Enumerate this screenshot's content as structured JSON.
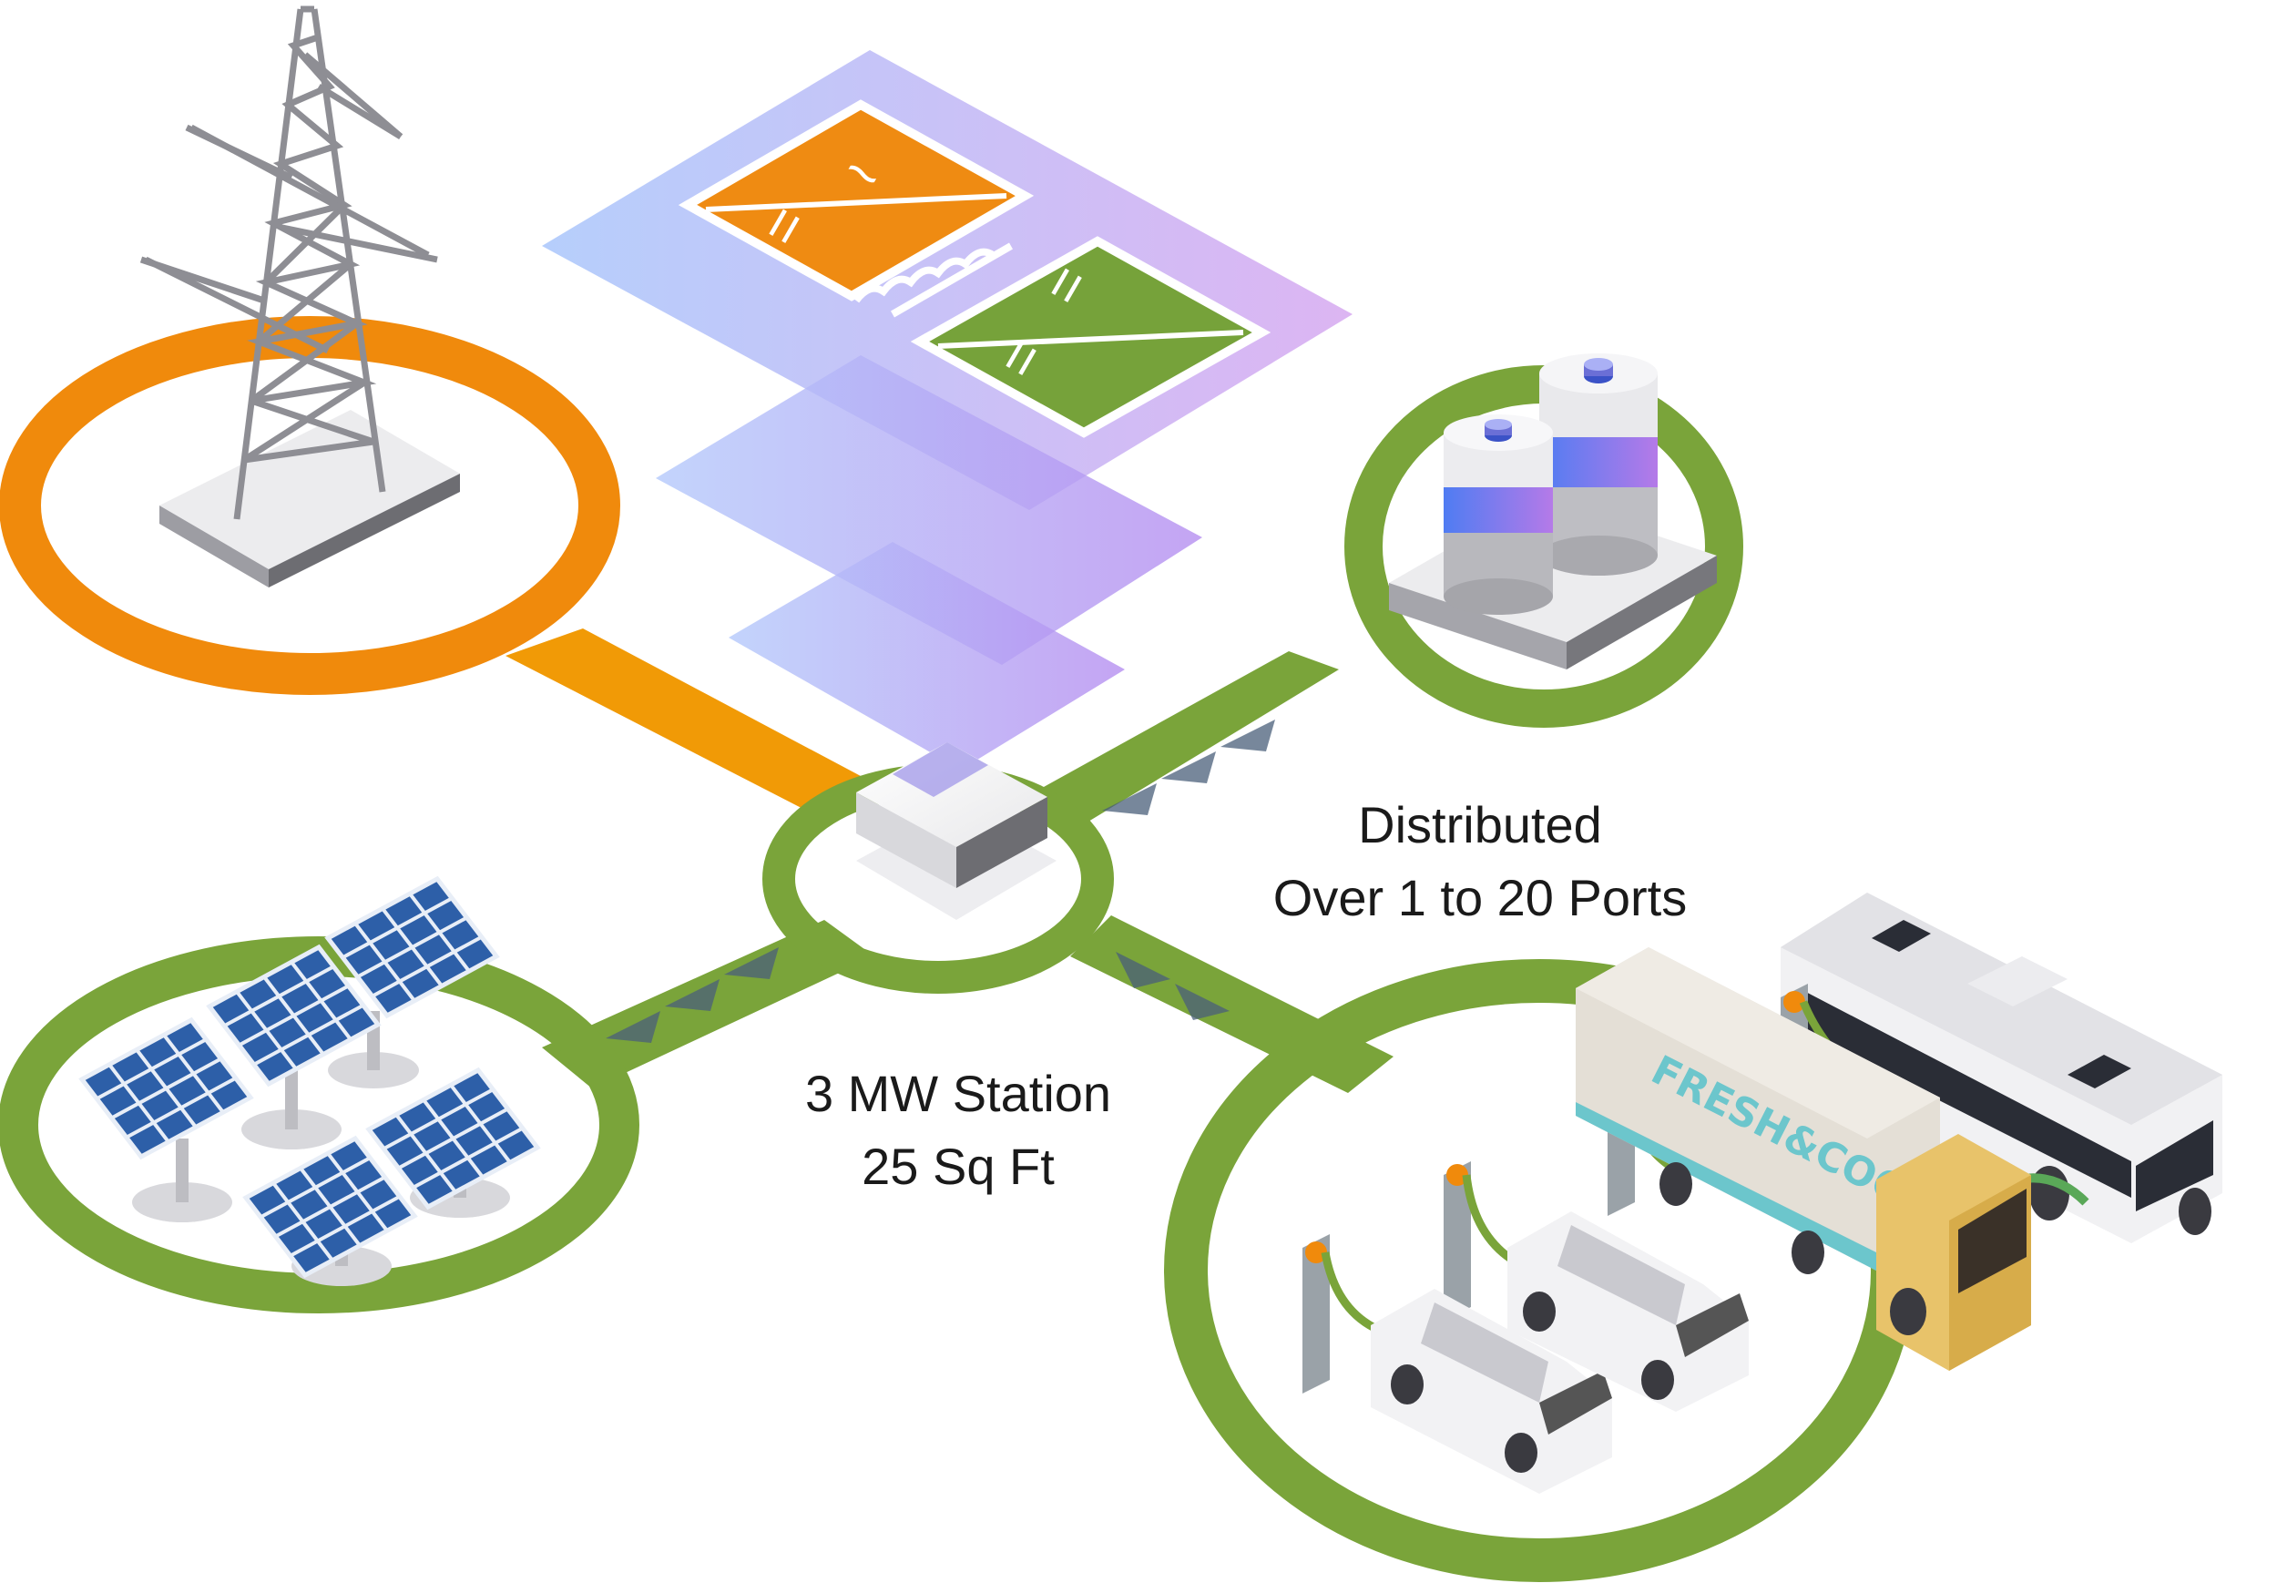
{
  "labels": {
    "station_line1": "3 MW Station",
    "station_line2": "25 Sq Ft",
    "ports_line1": "Distributed",
    "ports_line2": "Over 1 to 20 Ports"
  },
  "truck_brand": "FRESH&COOL",
  "nodes": [
    {
      "id": "grid",
      "icon": "transmission-tower-icon"
    },
    {
      "id": "storage",
      "icon": "storage-tanks-icon"
    },
    {
      "id": "solar",
      "icon": "solar-panels-icon"
    },
    {
      "id": "vehicles",
      "icon": "ev-fleet-icon"
    },
    {
      "id": "hub",
      "icon": "power-converter-icon"
    }
  ],
  "converter_symbols": {
    "ac_dc": [
      "~",
      "="
    ],
    "dc_dc": [
      "=",
      "="
    ]
  },
  "colors": {
    "grid_ring": "#f08a0c",
    "green_ring": "#7aa43a",
    "converter_orange": "#ef8b12",
    "converter_green": "#76a23a",
    "panel_blue": "#2d5fa8",
    "layer_blue": "#a9c4f8",
    "layer_purple": "#cda6ef"
  }
}
